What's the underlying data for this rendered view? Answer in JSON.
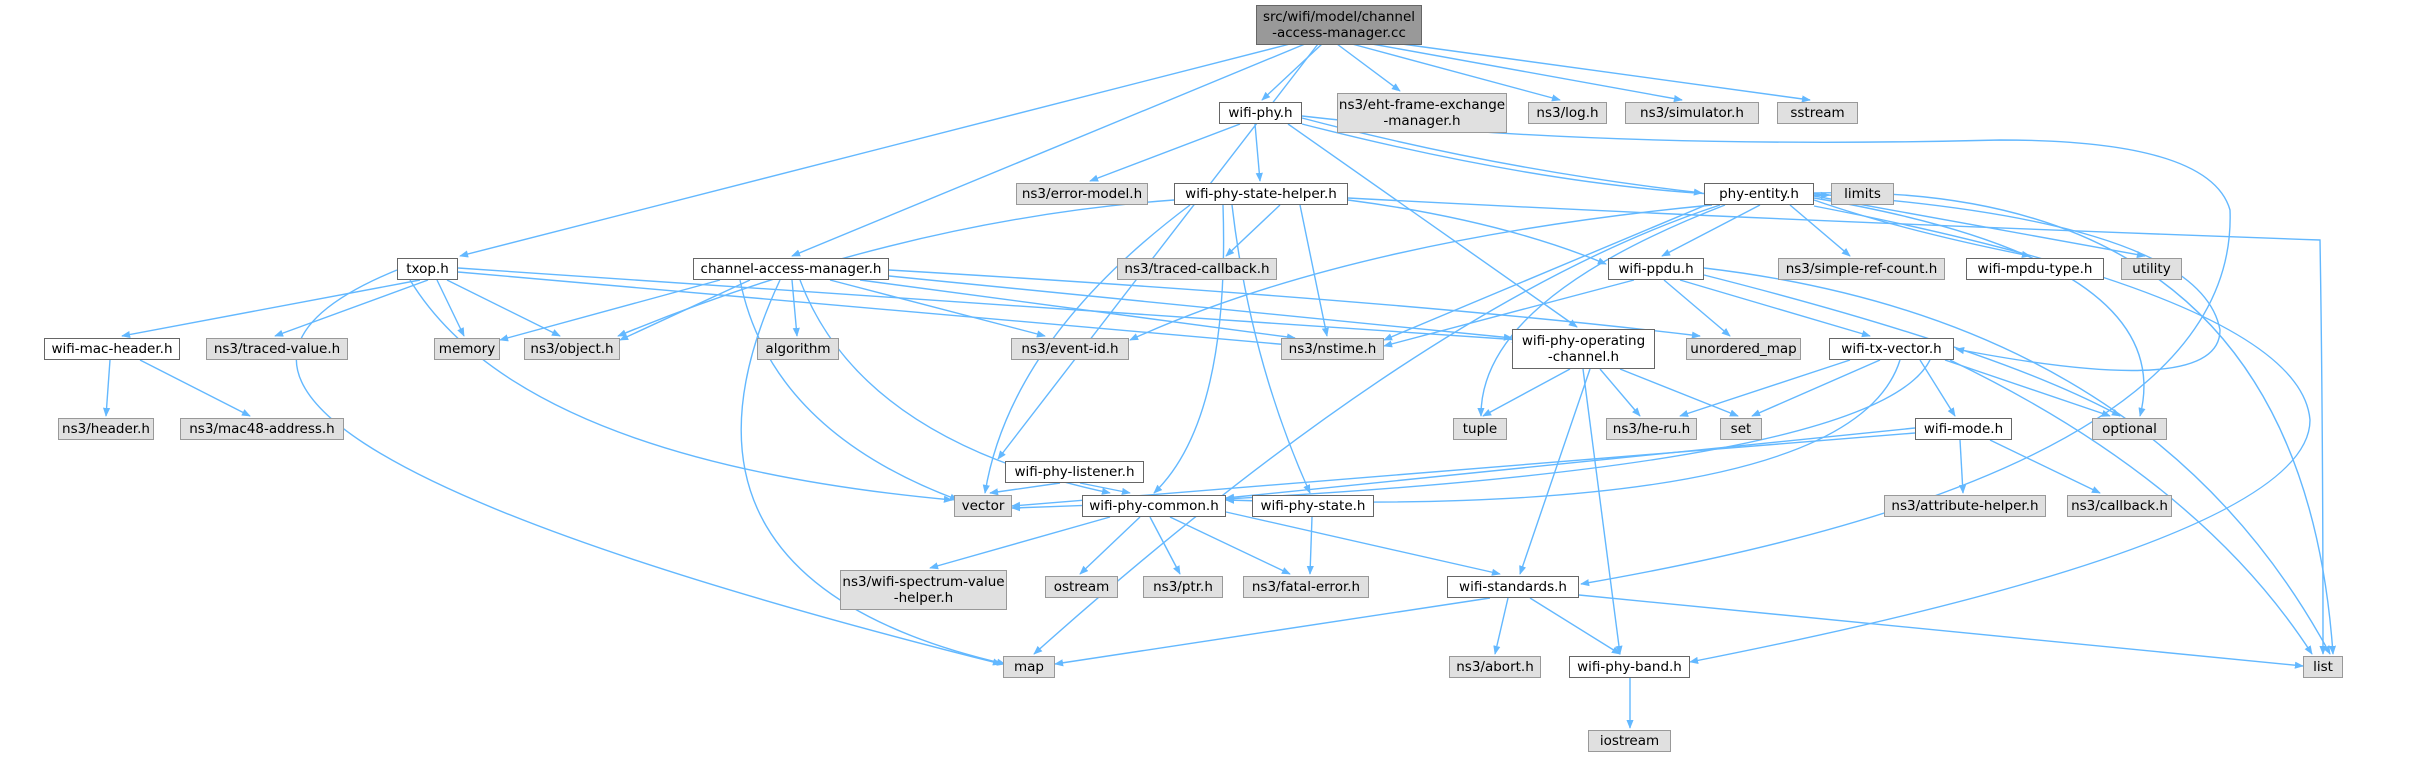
{
  "colors": {
    "edge": "#63b8ff",
    "root_fill": "#999999",
    "local_fill": "#ffffff",
    "external_fill": "#e0e0e0"
  },
  "nodes": {
    "root": "src/wifi/model/channel\n-access-manager.cc",
    "wifi_phy_h": "wifi-phy.h",
    "eht_frame": "ns3/eht-frame-exchange\n-manager.h",
    "log_h": "ns3/log.h",
    "simulator_h": "ns3/simulator.h",
    "sstream": "sstream",
    "error_model_h": "ns3/error-model.h",
    "wifi_phy_state_helper_h": "wifi-phy-state-helper.h",
    "phy_entity_h": "phy-entity.h",
    "limits": "limits",
    "txop_h": "txop.h",
    "channel_access_manager_h": "channel-access-manager.h",
    "traced_callback_h": "ns3/traced-callback.h",
    "wifi_ppdu_h": "wifi-ppdu.h",
    "simple_ref_count_h": "ns3/simple-ref-count.h",
    "wifi_mpdu_type_h": "wifi-mpdu-type.h",
    "utility": "utility",
    "wifi_mac_header_h": "wifi-mac-header.h",
    "traced_value_h": "ns3/traced-value.h",
    "memory": "memory",
    "object_h": "ns3/object.h",
    "algorithm": "algorithm",
    "event_id_h": "ns3/event-id.h",
    "nstime_h": "ns3/nstime.h",
    "wifi_phy_operating_channel_h": "wifi-phy-operating\n-channel.h",
    "unordered_map": "unordered_map",
    "wifi_tx_vector_h": "wifi-tx-vector.h",
    "header_h": "ns3/header.h",
    "mac48_address_h": "ns3/mac48-address.h",
    "tuple": "tuple",
    "he_ru_h": "ns3/he-ru.h",
    "set": "set",
    "optional": "optional",
    "wifi_phy_listener_h": "wifi-phy-listener.h",
    "wifi_mode_h": "wifi-mode.h",
    "vector": "vector",
    "wifi_phy_common_h": "wifi-phy-common.h",
    "wifi_phy_state_h": "wifi-phy-state.h",
    "attribute_helper_h": "ns3/attribute-helper.h",
    "callback_h": "ns3/callback.h",
    "spectrum_value_helper_h": "ns3/wifi-spectrum-value\n-helper.h",
    "ostream": "ostream",
    "ptr_h": "ns3/ptr.h",
    "fatal_error_h": "ns3/fatal-error.h",
    "wifi_standards_h": "wifi-standards.h",
    "map": "map",
    "abort_h": "ns3/abort.h",
    "wifi_phy_band_h": "wifi-phy-band.h",
    "list": "list",
    "iostream": "iostream"
  }
}
